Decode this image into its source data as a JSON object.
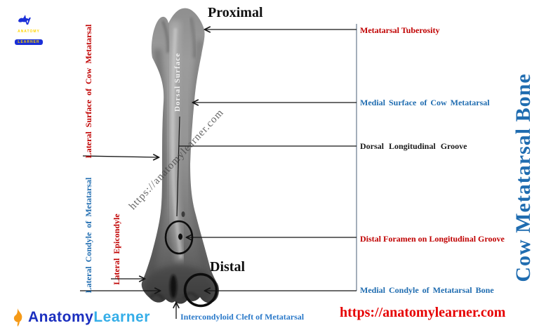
{
  "colors": {
    "label_red": "#c00000",
    "label_blue": "#1f6cb0",
    "label_black": "#1a1a1a",
    "connector_gray": "#8e9aa8",
    "leader_black": "#151515",
    "url_red": "#e60000",
    "watermark_gray": "#464646",
    "brand_dark_blue": "#1b2fbf",
    "brand_light_blue": "#35aee8",
    "brand_orange": "#f59a18",
    "top_logo_blue": "#1a2fd8",
    "top_logo_yellow": "#ffd400",
    "side_title_blue": "#1f6cb0"
  },
  "orientation": {
    "proximal": "Proximal",
    "distal": "Distal"
  },
  "bone": {
    "dorsal_surface": "Dorsal Surface"
  },
  "left_labels": {
    "lateral_surface": "Lateral Surface of Cow Metatarsal",
    "lateral_condyle": "Lateral Condyle of Metatarsal",
    "lateral_epicondyle": "Lateral Epicondyle"
  },
  "right_labels": {
    "metatarsal_tuberosity": "Metatarsal Tuberosity",
    "medial_surface": "Medial Surface of Cow Metatarsal",
    "dorsal_groove": "Dorsal Longitudinal Groove",
    "distal_foramen": "Distal Foramen on Longitudinal Groove",
    "medial_condyle": "Medial Condyle of Metatarsal Bone"
  },
  "bottom": {
    "intercondyloid_cleft": "Intercondyloid Cleft of Metatarsal",
    "site_url": "https://anatomylearner.com"
  },
  "side_title": "Cow Metatarsal Bone",
  "watermark": "https://anatomylearner.com",
  "branding": {
    "top_logo": {
      "line1": "ANATOMY",
      "line2": "LEARNER"
    },
    "bottom_logo": {
      "part1": "Anatomy",
      "part2": "Learner"
    }
  }
}
